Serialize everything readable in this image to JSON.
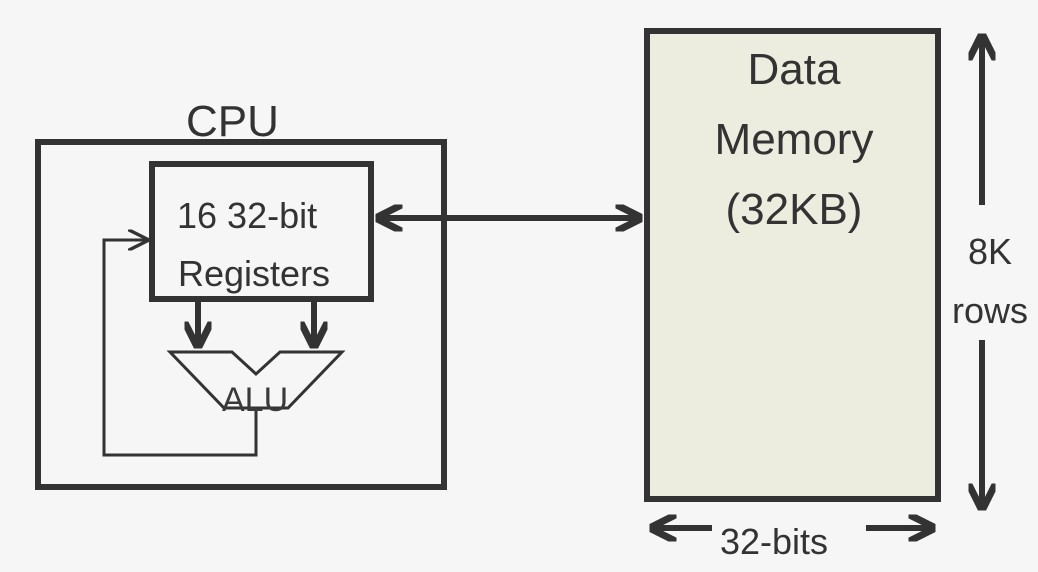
{
  "cpu": {
    "title": "CPU",
    "registers": {
      "line1": "16 32-bit",
      "line2": "Registers"
    },
    "alu_label": "ALU"
  },
  "memory": {
    "line1": "Data",
    "line2": "Memory",
    "line3": "(32KB)",
    "fill_color": "#ededdf",
    "height_label": {
      "line1": "8K",
      "line2": "rows"
    },
    "width_label": "32-bits"
  },
  "colors": {
    "ink": "#333333",
    "background": "#f6f6f6"
  }
}
